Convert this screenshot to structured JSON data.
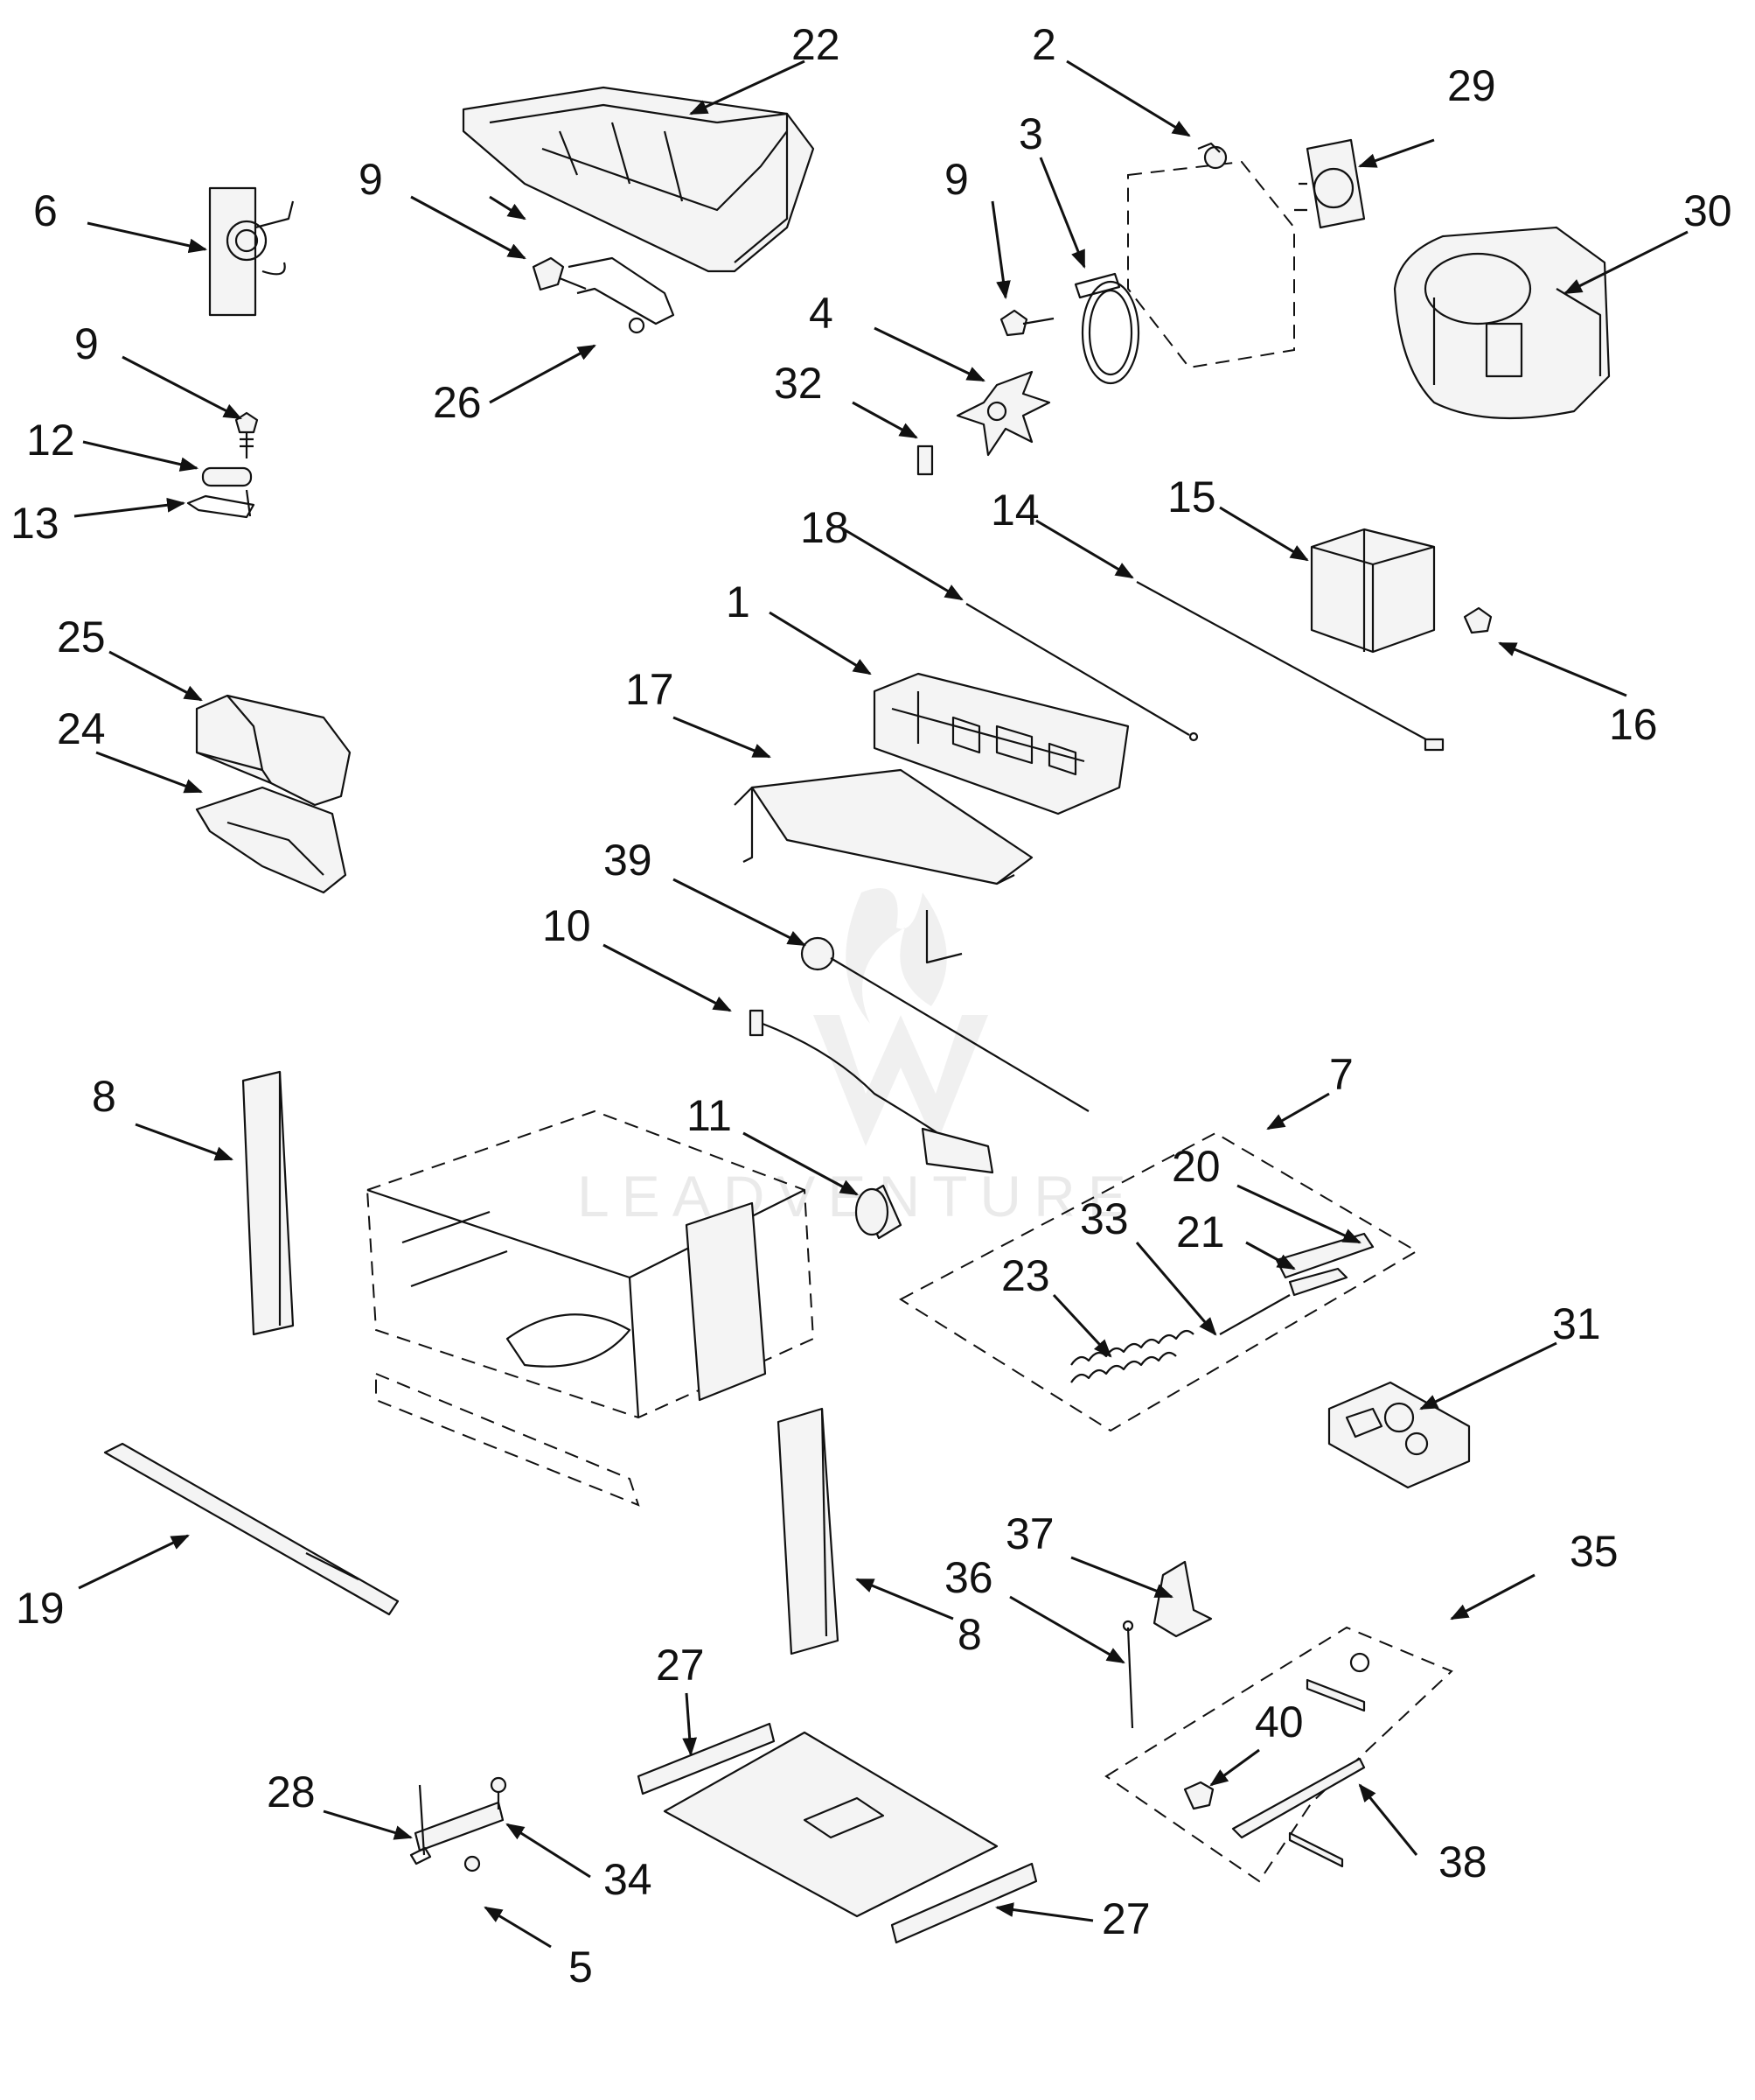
{
  "watermark": "LEADVENTURE",
  "callouts": [
    "1",
    "2",
    "3",
    "4",
    "5",
    "6",
    "7",
    "8",
    "9",
    "10",
    "11",
    "12",
    "13",
    "14",
    "15",
    "16",
    "17",
    "18",
    "19",
    "20",
    "21",
    "22",
    "23",
    "24",
    "25",
    "26",
    "27",
    "28",
    "29",
    "30",
    "31",
    "32",
    "33",
    "34",
    "35",
    "36",
    "37",
    "38",
    "39",
    "40"
  ]
}
